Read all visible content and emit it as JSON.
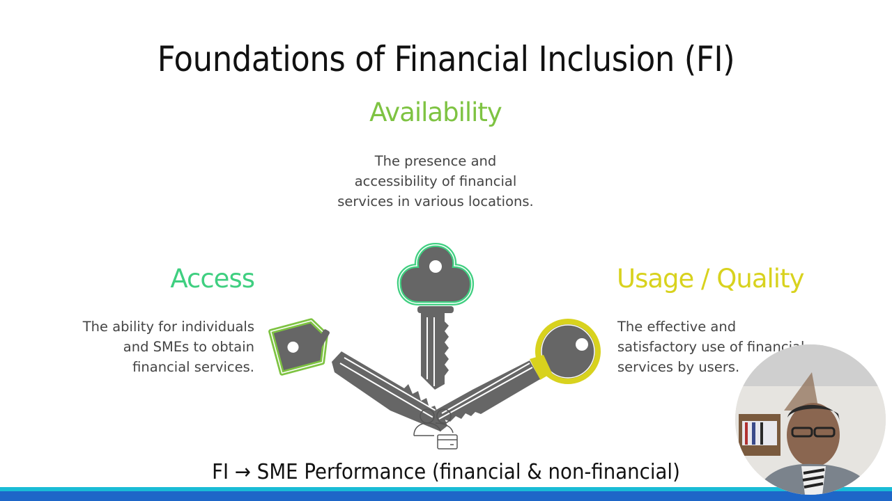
{
  "slide": {
    "title": "Foundations of Financial Inclusion (FI)",
    "footer": "FI → SME Performance (financial & non-financial)"
  },
  "pillars": {
    "availability": {
      "title": "Availability",
      "description": "The presence and accessibility of financial services in various locations.",
      "color": "#7ec342",
      "icon": "key-cloud-icon"
    },
    "access": {
      "title": "Access",
      "description": "The ability for individuals and SMEs to obtain financial services.",
      "color": "#3fcf80",
      "icon": "key-square-icon"
    },
    "usage": {
      "title": "Usage / Quality",
      "description": "The effective and satisfactory use of financial services by users.",
      "color": "#d8d21e",
      "icon": "key-round-icon"
    }
  },
  "center_icon": "users-card-icon",
  "colors": {
    "key_body": "#666666",
    "bar_cyan": "#19bcd6",
    "bar_blue": "#1e66c8"
  },
  "webcam": {
    "label": "presenter-video"
  }
}
